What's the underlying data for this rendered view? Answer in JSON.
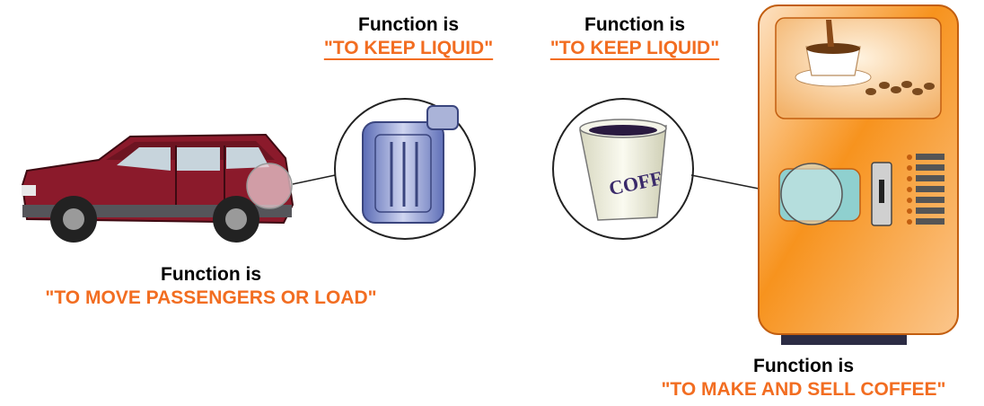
{
  "labels": {
    "car": {
      "heading": "Function is",
      "function": "\"TO MOVE PASSENGERS OR LOAD\""
    },
    "flask": {
      "heading": "Function is",
      "function": "\"TO KEEP LIQUID\""
    },
    "cup": {
      "heading": "Function is",
      "function": "\"TO KEEP LIQUID\""
    },
    "machine": {
      "heading": "Function is",
      "function": "\"TO MAKE AND SELL COFFEE\""
    }
  },
  "cup_print": "COFF",
  "colors": {
    "accent_orange": "#f26d21",
    "car_body": "#8b1a2b",
    "machine_orange": "#f7931e"
  }
}
